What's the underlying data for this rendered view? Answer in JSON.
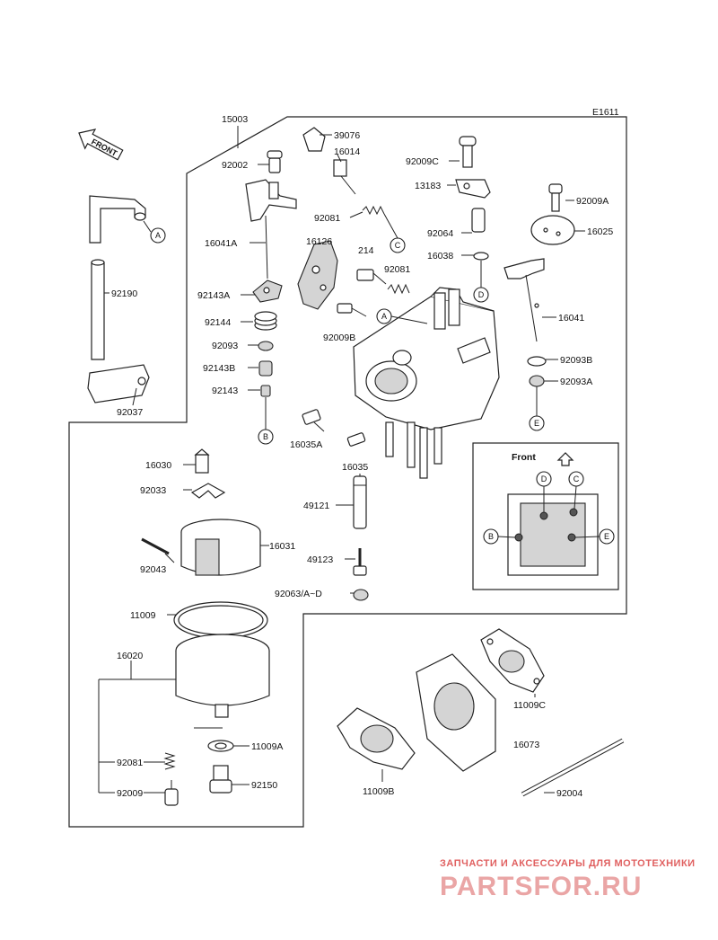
{
  "diagram": {
    "code": "E1611",
    "front_label": "FRONT",
    "inset_front_label": "Front"
  },
  "labels": {
    "p15003": "15003",
    "p39076": "39076",
    "p16014": "16014",
    "p92002": "92002",
    "p92009c": "92009C",
    "p13183": "13183",
    "p92081a": "92081",
    "p92064": "92064",
    "p92009a": "92009A",
    "p16025": "16025",
    "p16041a": "16041A",
    "p16126": "16126",
    "p214": "214",
    "p92081b": "92081",
    "p16038": "16038",
    "p92143a": "92143A",
    "p92144": "92144",
    "p92009b": "92009B",
    "p16041": "16041",
    "p92093": "92093",
    "p92143b": "92143B",
    "p92143": "92143",
    "p92093b": "92093B",
    "p92093a": "92093A",
    "p92190": "92190",
    "p92037": "92037",
    "p16035a": "16035A",
    "p16030": "16030",
    "p16035": "16035",
    "p92033": "92033",
    "p49121": "49121",
    "p16031": "16031",
    "p92043": "92043",
    "p49123": "49123",
    "p92063": "92063/A~D",
    "p11009": "11009",
    "p16020": "16020",
    "p11009c": "11009C",
    "p16073": "16073",
    "p92081c": "92081",
    "p11009a": "11009A",
    "p92009": "92009",
    "p92150": "92150",
    "p11009b": "11009B",
    "p92004": "92004"
  },
  "callouts": {
    "A": "A",
    "B": "B",
    "C": "C",
    "D": "D",
    "E": "E"
  },
  "watermark": {
    "subtitle": "ЗАПЧАСТИ И АКСЕССУАРЫ ДЛЯ МОТОТЕХНИКИ",
    "logo": "PARTSFOR.RU"
  },
  "colors": {
    "line": "#222222",
    "watermark_text": "#e06060",
    "watermark_logo": "#eaa5a5"
  }
}
